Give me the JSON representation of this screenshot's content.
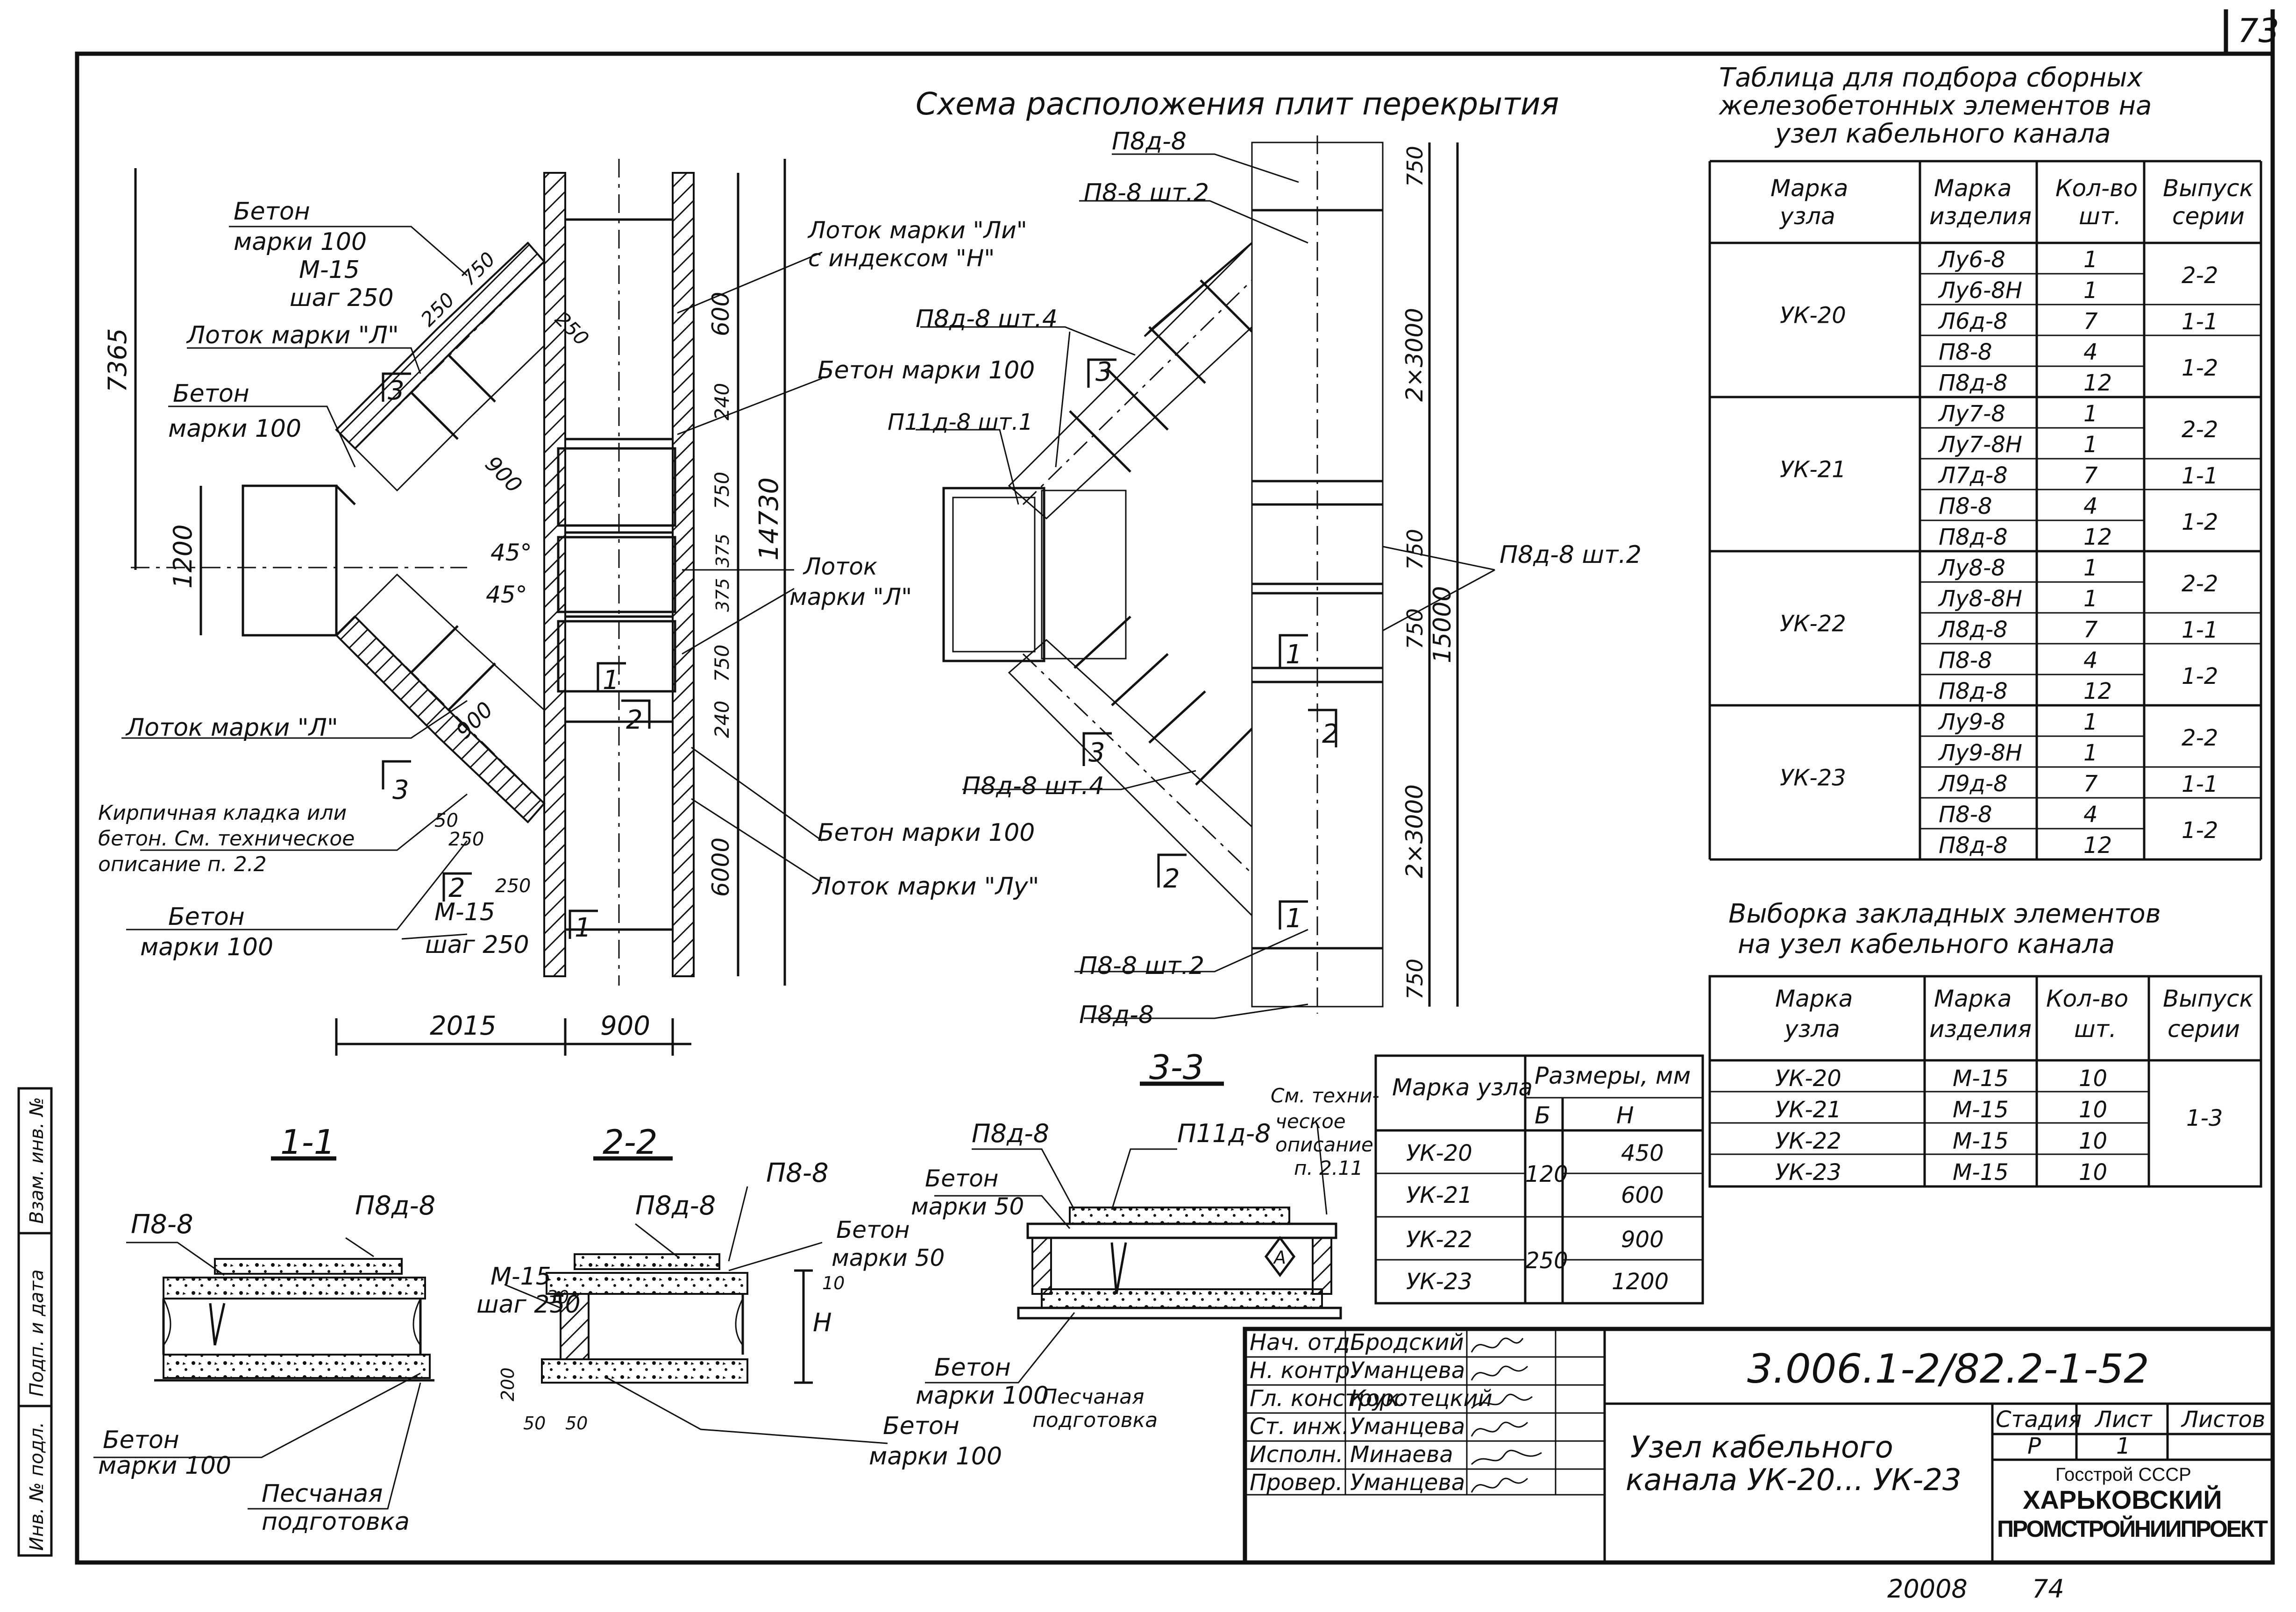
{
  "page": {
    "corner_sheet_number": "73",
    "footer_number": "20008",
    "footer_page": "74"
  },
  "plan_title": "Схема расположения плит перекрытия",
  "left_plan": {
    "labels": [
      "Бетон",
      "марки 100",
      "М-15",
      "шаг 250",
      "Лоток марки \"Л\"",
      "Бетон",
      "марки 100",
      "Лоток марки \"Ли\"",
      "с индексом \"Н\"",
      "Бетон марки 100",
      "Лоток",
      "марки \"Л\"",
      "Лоток марки \"Л\"",
      "Кирпичная кладка или",
      "бетон. См. техническое",
      "описание п. 2.2",
      "Бетон",
      "марки 100",
      "М-15",
      "шаг 250",
      "Бетон марки 100",
      "Лоток марки \"Лу\""
    ],
    "dims": [
      "7365",
      "1200",
      "250",
      "750",
      "250",
      "900",
      "900",
      "600",
      "240",
      "750",
      "375",
      "375",
      "750",
      "240",
      "6000",
      "14730",
      "2015",
      "900",
      "45°",
      "45°",
      "50",
      "250",
      "250"
    ],
    "section_marks": [
      "3",
      "1",
      "2",
      "3",
      "2",
      "1"
    ]
  },
  "right_plan": {
    "labels": [
      "П8д-8",
      "П8-8 шт.2",
      "П8д-8 шт.4",
      "П11д-8 шт.1",
      "П8д-8 шт.2",
      "П8д-8 шт.4",
      "П8-8 шт.2",
      "П8д-8"
    ],
    "dims": [
      "750",
      "2×3000",
      "750",
      "750",
      "15000",
      "2×3000",
      "750"
    ],
    "section_marks": [
      "3",
      "1",
      "2",
      "3",
      "2",
      "1"
    ]
  },
  "sections": {
    "s11": {
      "title": "1-1",
      "labels": [
        "П8-8",
        "П8д-8",
        "Бетон",
        "марки 100",
        "Песчаная",
        "подготовка"
      ]
    },
    "s22": {
      "title": "2-2",
      "labels": [
        "П8д-8",
        "П8-8",
        "Бетон",
        "марки 50",
        "М-15",
        "шаг 250",
        "Бетон",
        "марки 100",
        "Н",
        "10",
        "30",
        "200",
        "50",
        "50"
      ]
    },
    "s33": {
      "title": "3-3",
      "labels": [
        "П8д-8",
        "П11д-8",
        "Бетон",
        "марки 50",
        "См. техни-",
        "ческое",
        "описание",
        "п. 2.11",
        "Бетон",
        "марки 100",
        "Песчаная",
        "подготовка",
        "А"
      ]
    }
  },
  "table1": {
    "title": [
      "Таблица для подбора сборных",
      "железобетонных элементов на",
      "узел кабельного канала"
    ],
    "headers": [
      "Марка узла",
      "Марка изделия",
      "Кол-во шт.",
      "Выпуск серии"
    ],
    "groups": [
      {
        "node": "УК-20",
        "rows": [
          [
            "Лу6-8",
            "1"
          ],
          [
            "Лу6-8Н",
            "1"
          ],
          [
            "Л6д-8",
            "7"
          ],
          [
            "П8-8",
            "4"
          ],
          [
            "П8д-8",
            "12"
          ]
        ],
        "series": [
          "2-2",
          "1-1",
          "1-2"
        ]
      },
      {
        "node": "УК-21",
        "rows": [
          [
            "Лу7-8",
            "1"
          ],
          [
            "Лу7-8Н",
            "1"
          ],
          [
            "Л7д-8",
            "7"
          ],
          [
            "П8-8",
            "4"
          ],
          [
            "П8д-8",
            "12"
          ]
        ],
        "series": [
          "2-2",
          "1-1",
          "1-2"
        ]
      },
      {
        "node": "УК-22",
        "rows": [
          [
            "Лу8-8",
            "1"
          ],
          [
            "Лу8-8Н",
            "1"
          ],
          [
            "Л8д-8",
            "7"
          ],
          [
            "П8-8",
            "4"
          ],
          [
            "П8д-8",
            "12"
          ]
        ],
        "series": [
          "2-2",
          "1-1",
          "1-2"
        ]
      },
      {
        "node": "УК-23",
        "rows": [
          [
            "Лу9-8",
            "1"
          ],
          [
            "Лу9-8Н",
            "1"
          ],
          [
            "Л9д-8",
            "7"
          ],
          [
            "П8-8",
            "4"
          ],
          [
            "П8д-8",
            "12"
          ]
        ],
        "series": [
          "2-2",
          "1-1",
          "1-2"
        ]
      }
    ]
  },
  "table2": {
    "title": [
      "Выборка закладных элементов",
      "на узел кабельного канала"
    ],
    "headers": [
      "Марка узла",
      "Марка изделия",
      "Кол-во шт.",
      "Выпуск серии"
    ],
    "rows": [
      [
        "УК-20",
        "М-15",
        "10"
      ],
      [
        "УК-21",
        "М-15",
        "10"
      ],
      [
        "УК-22",
        "М-15",
        "10"
      ],
      [
        "УК-23",
        "М-15",
        "10"
      ]
    ],
    "series": "1-3"
  },
  "table3": {
    "headers": [
      "Марка узла",
      "Размеры, мм",
      "Б",
      "Н"
    ],
    "rows": [
      [
        "УК-20",
        "450"
      ],
      [
        "УК-21",
        "600"
      ],
      [
        "УК-22",
        "900"
      ],
      [
        "УК-23",
        "1200"
      ]
    ],
    "b_values": [
      "120",
      "250"
    ]
  },
  "title_block": {
    "roles": [
      "Нач. отд.",
      "Н. контр.",
      "Гл. конструк.",
      "Ст. инж.",
      "Исполн.",
      "Провер."
    ],
    "names": [
      "Бродский",
      "Уманцева",
      "Коротецкий",
      "Уманцева",
      "Минаева",
      "Уманцева"
    ],
    "doc_code": "3.006.1-2/82.2-1-52",
    "title_line1": "Узел кабельного",
    "title_line2": "канала УК-20... УК-23",
    "stage_header": "Стадия",
    "sheet_header": "Лист",
    "sheets_header": "Листов",
    "stage": "Р",
    "sheet": "1",
    "org1": "Госстрой СССР",
    "org2": "ХАРЬКОВСКИЙ",
    "org3": "ПРОМСТРОЙНИИПРОЕКТ"
  },
  "side_stamps": [
    "Взам. инв. №",
    "Подп. и дата",
    "Инв. № подл."
  ]
}
